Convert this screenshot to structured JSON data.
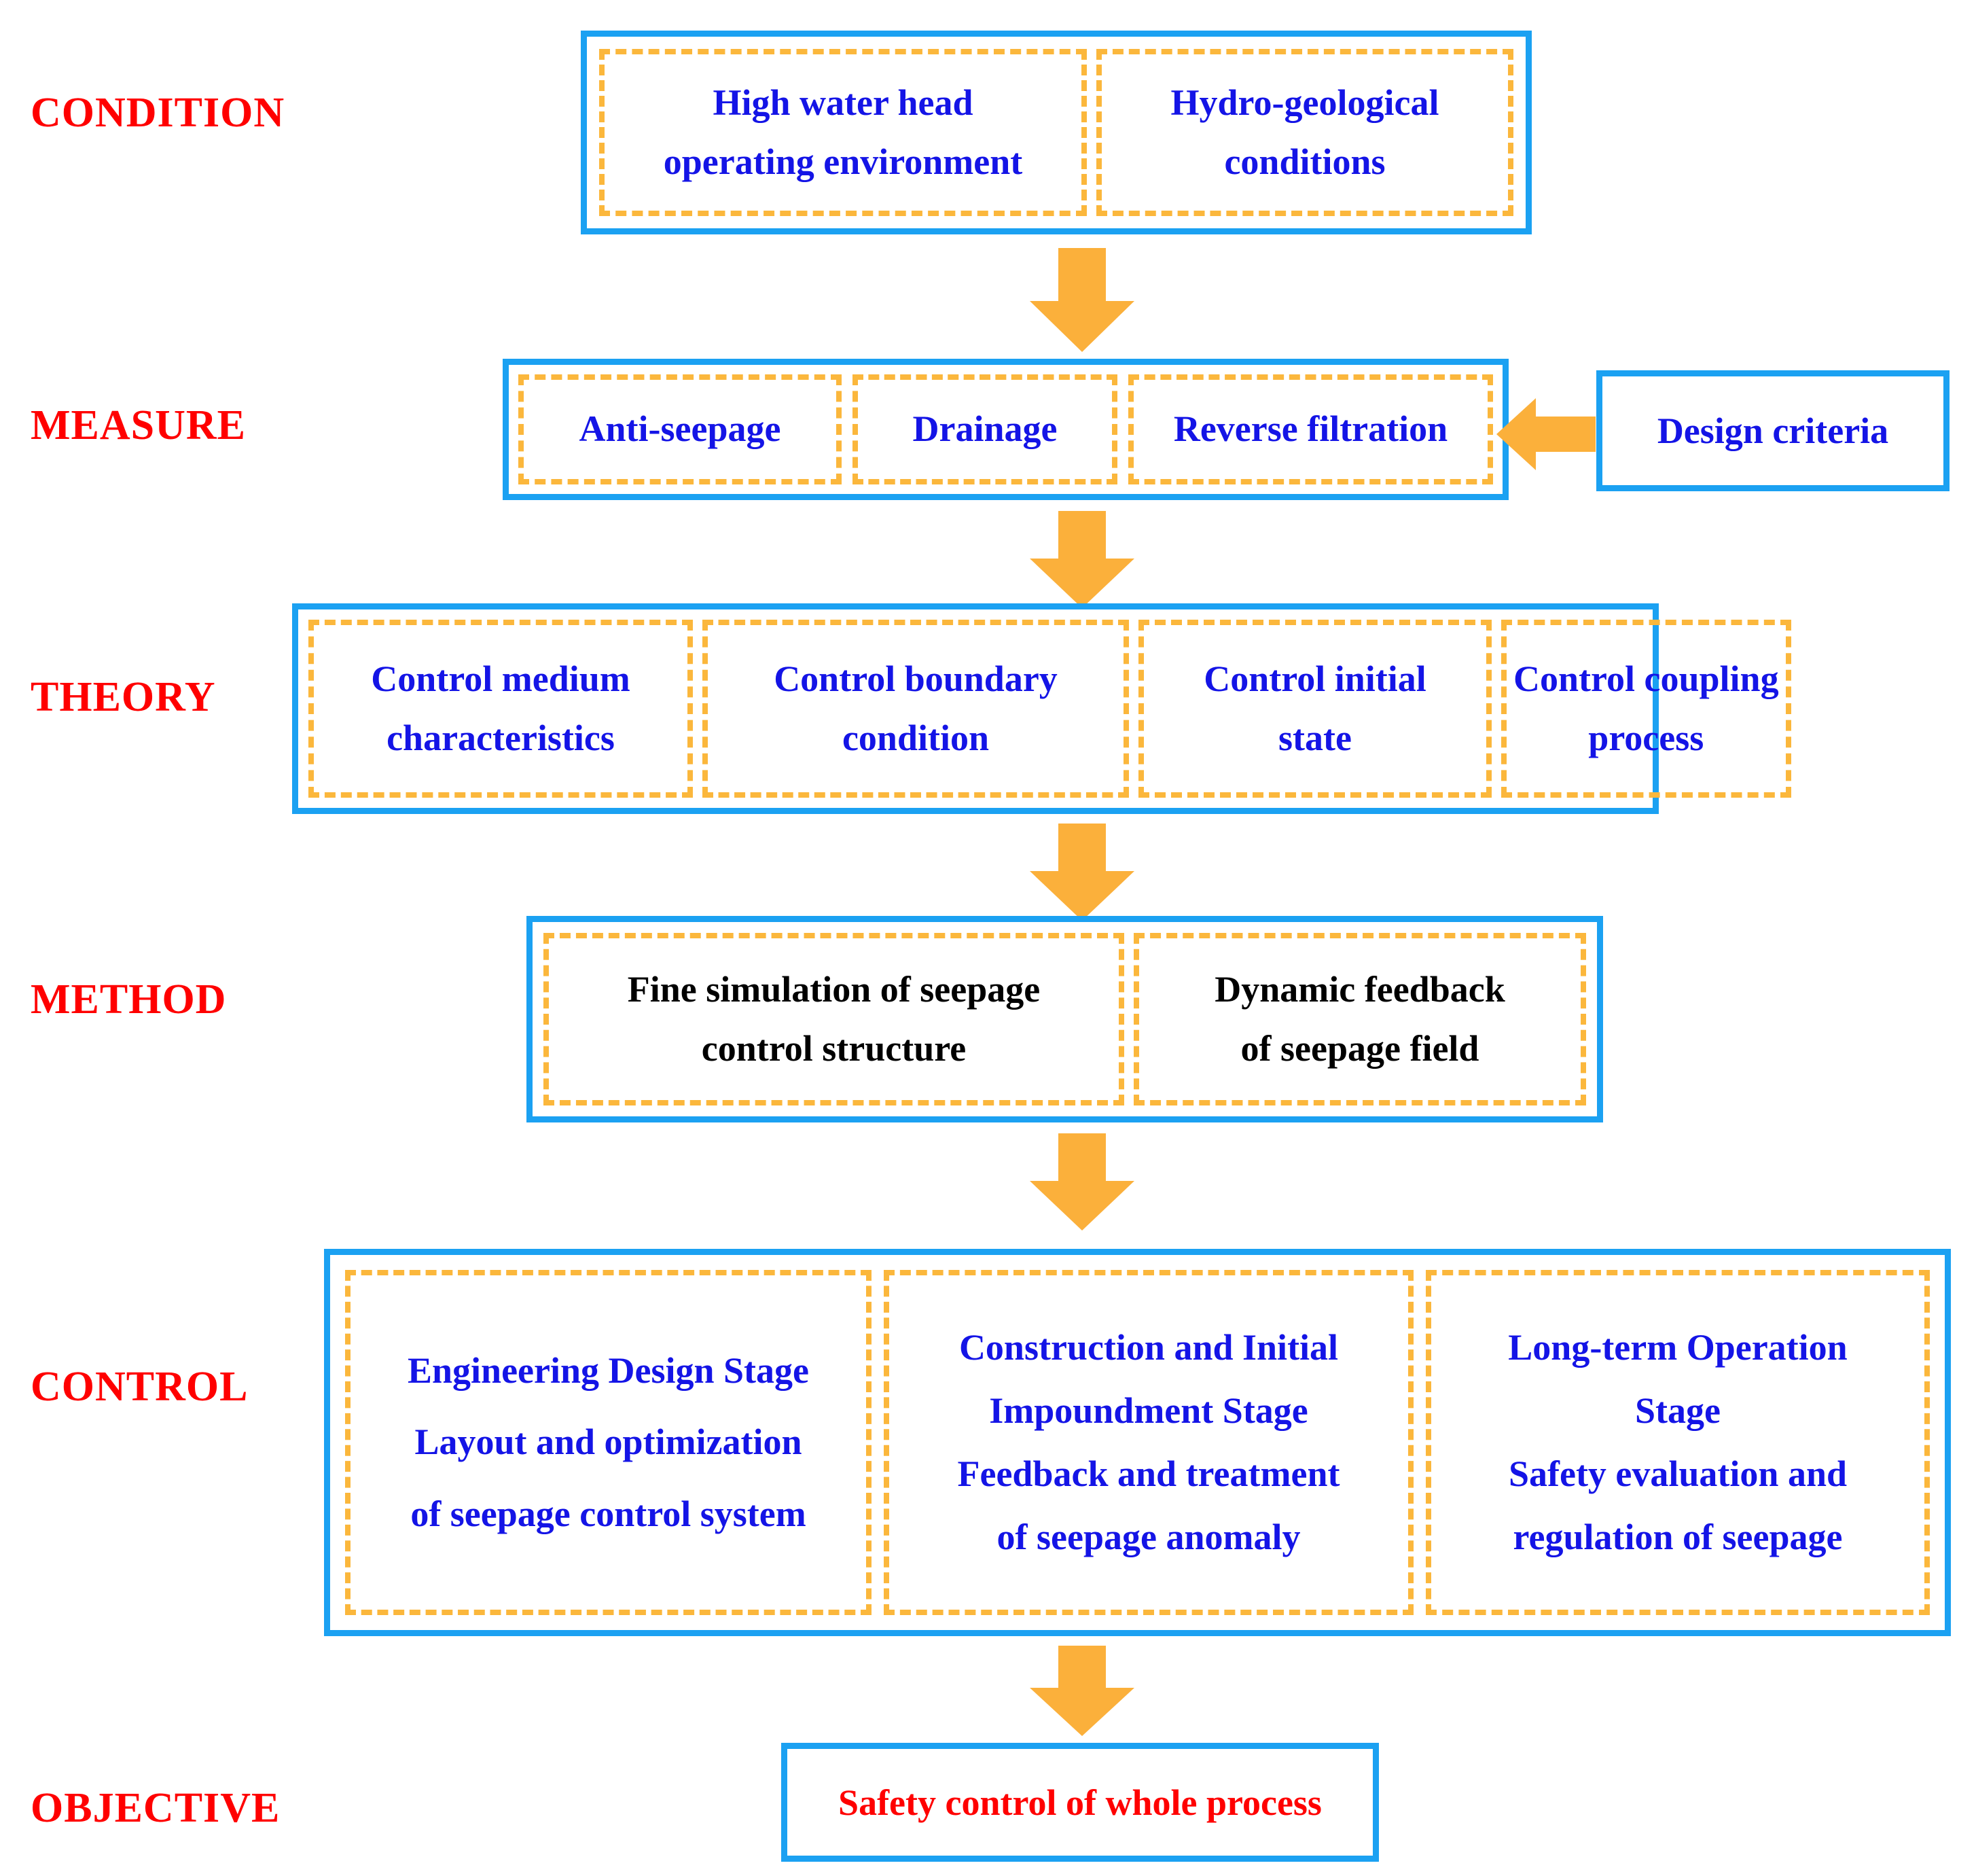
{
  "diagram": {
    "title": "Seepage safety whole-process control framework",
    "colors": {
      "outer_border_blue": "#1BA1F2",
      "inner_dashed_orange": "#FBB73C",
      "arrow_orange": "#FBB03B",
      "label_red": "#FF0000",
      "text_blue": "#1414E6",
      "text_black": "#000000",
      "background": "#FFFFFF"
    },
    "rows": [
      {
        "label": "CONDITION",
        "cells": [
          {
            "lines": [
              "High water head",
              "operating environment"
            ],
            "text_color": "#1414E6"
          },
          {
            "lines": [
              "Hydro-geological",
              "conditions"
            ],
            "text_color": "#1414E6"
          }
        ]
      },
      {
        "label": "MEASURE",
        "cells": [
          {
            "lines": [
              "Anti-seepage"
            ],
            "text_color": "#1414E6"
          },
          {
            "lines": [
              "Drainage"
            ],
            "text_color": "#1414E6"
          },
          {
            "lines": [
              "Reverse filtration"
            ],
            "text_color": "#1414E6"
          }
        ],
        "side_box": {
          "lines": [
            "Design criteria"
          ],
          "text_color": "#1414E6"
        }
      },
      {
        "label": "THEORY",
        "cells": [
          {
            "lines": [
              "Control medium",
              "characteristics"
            ],
            "text_color": "#1414E6"
          },
          {
            "lines": [
              "Control boundary",
              "condition"
            ],
            "text_color": "#1414E6"
          },
          {
            "lines": [
              "Control initial",
              "state"
            ],
            "text_color": "#1414E6"
          },
          {
            "lines": [
              "Control coupling",
              "process"
            ],
            "text_color": "#1414E6"
          }
        ]
      },
      {
        "label": "METHOD",
        "cells": [
          {
            "lines": [
              "Fine simulation of seepage",
              "control structure"
            ],
            "text_color": "#000000"
          },
          {
            "lines": [
              "Dynamic feedback",
              "of seepage field"
            ],
            "text_color": "#000000"
          }
        ]
      },
      {
        "label": "CONTROL",
        "cells": [
          {
            "lines": [
              "Engineering Design Stage",
              "Layout and optimization",
              "of seepage control system"
            ],
            "text_color": "#1414E6"
          },
          {
            "lines": [
              "Construction and Initial",
              "Impoundment Stage",
              "Feedback and treatment",
              "of seepage anomaly"
            ],
            "text_color": "#1414E6"
          },
          {
            "lines": [
              "Long-term Operation",
              "Stage",
              "Safety evaluation and",
              "regulation of seepage"
            ],
            "text_color": "#1414E6"
          }
        ]
      },
      {
        "label": "OBJECTIVE",
        "objective_box": {
          "lines": [
            "Safety control of whole process"
          ],
          "text_color": "#FF0000"
        }
      }
    ],
    "arrows": [
      {
        "name": "condition-to-measure",
        "direction": "down"
      },
      {
        "name": "measure-to-theory",
        "direction": "down"
      },
      {
        "name": "theory-to-method",
        "direction": "down"
      },
      {
        "name": "method-to-control",
        "direction": "down"
      },
      {
        "name": "control-to-objective",
        "direction": "down"
      },
      {
        "name": "design-criteria-to-measure",
        "direction": "left"
      }
    ]
  }
}
